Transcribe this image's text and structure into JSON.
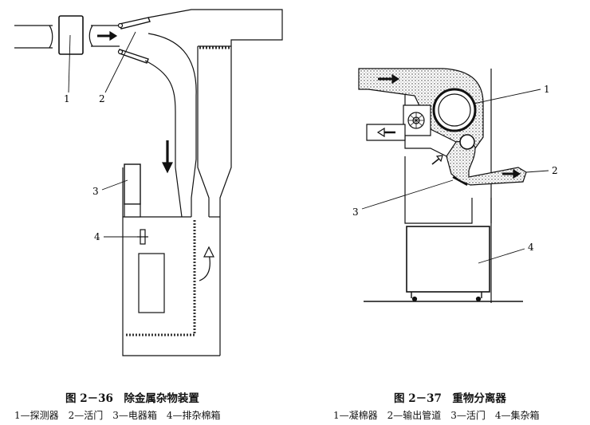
{
  "figure_left": {
    "caption": "图 2－36　除金属杂物装置",
    "legend": "1—探测器　2—活门　3—电器箱　4—排杂棉箱",
    "labels": [
      "1",
      "2",
      "3",
      "4"
    ]
  },
  "figure_right": {
    "caption": "图 2－37　重物分离器",
    "legend": "1—凝棉器　2—输出管道　3—活门　4—集杂箱",
    "labels": [
      "1",
      "2",
      "3",
      "4"
    ]
  },
  "colors": {
    "line": "#111111",
    "background": "#ffffff",
    "stipple": "#333333"
  }
}
